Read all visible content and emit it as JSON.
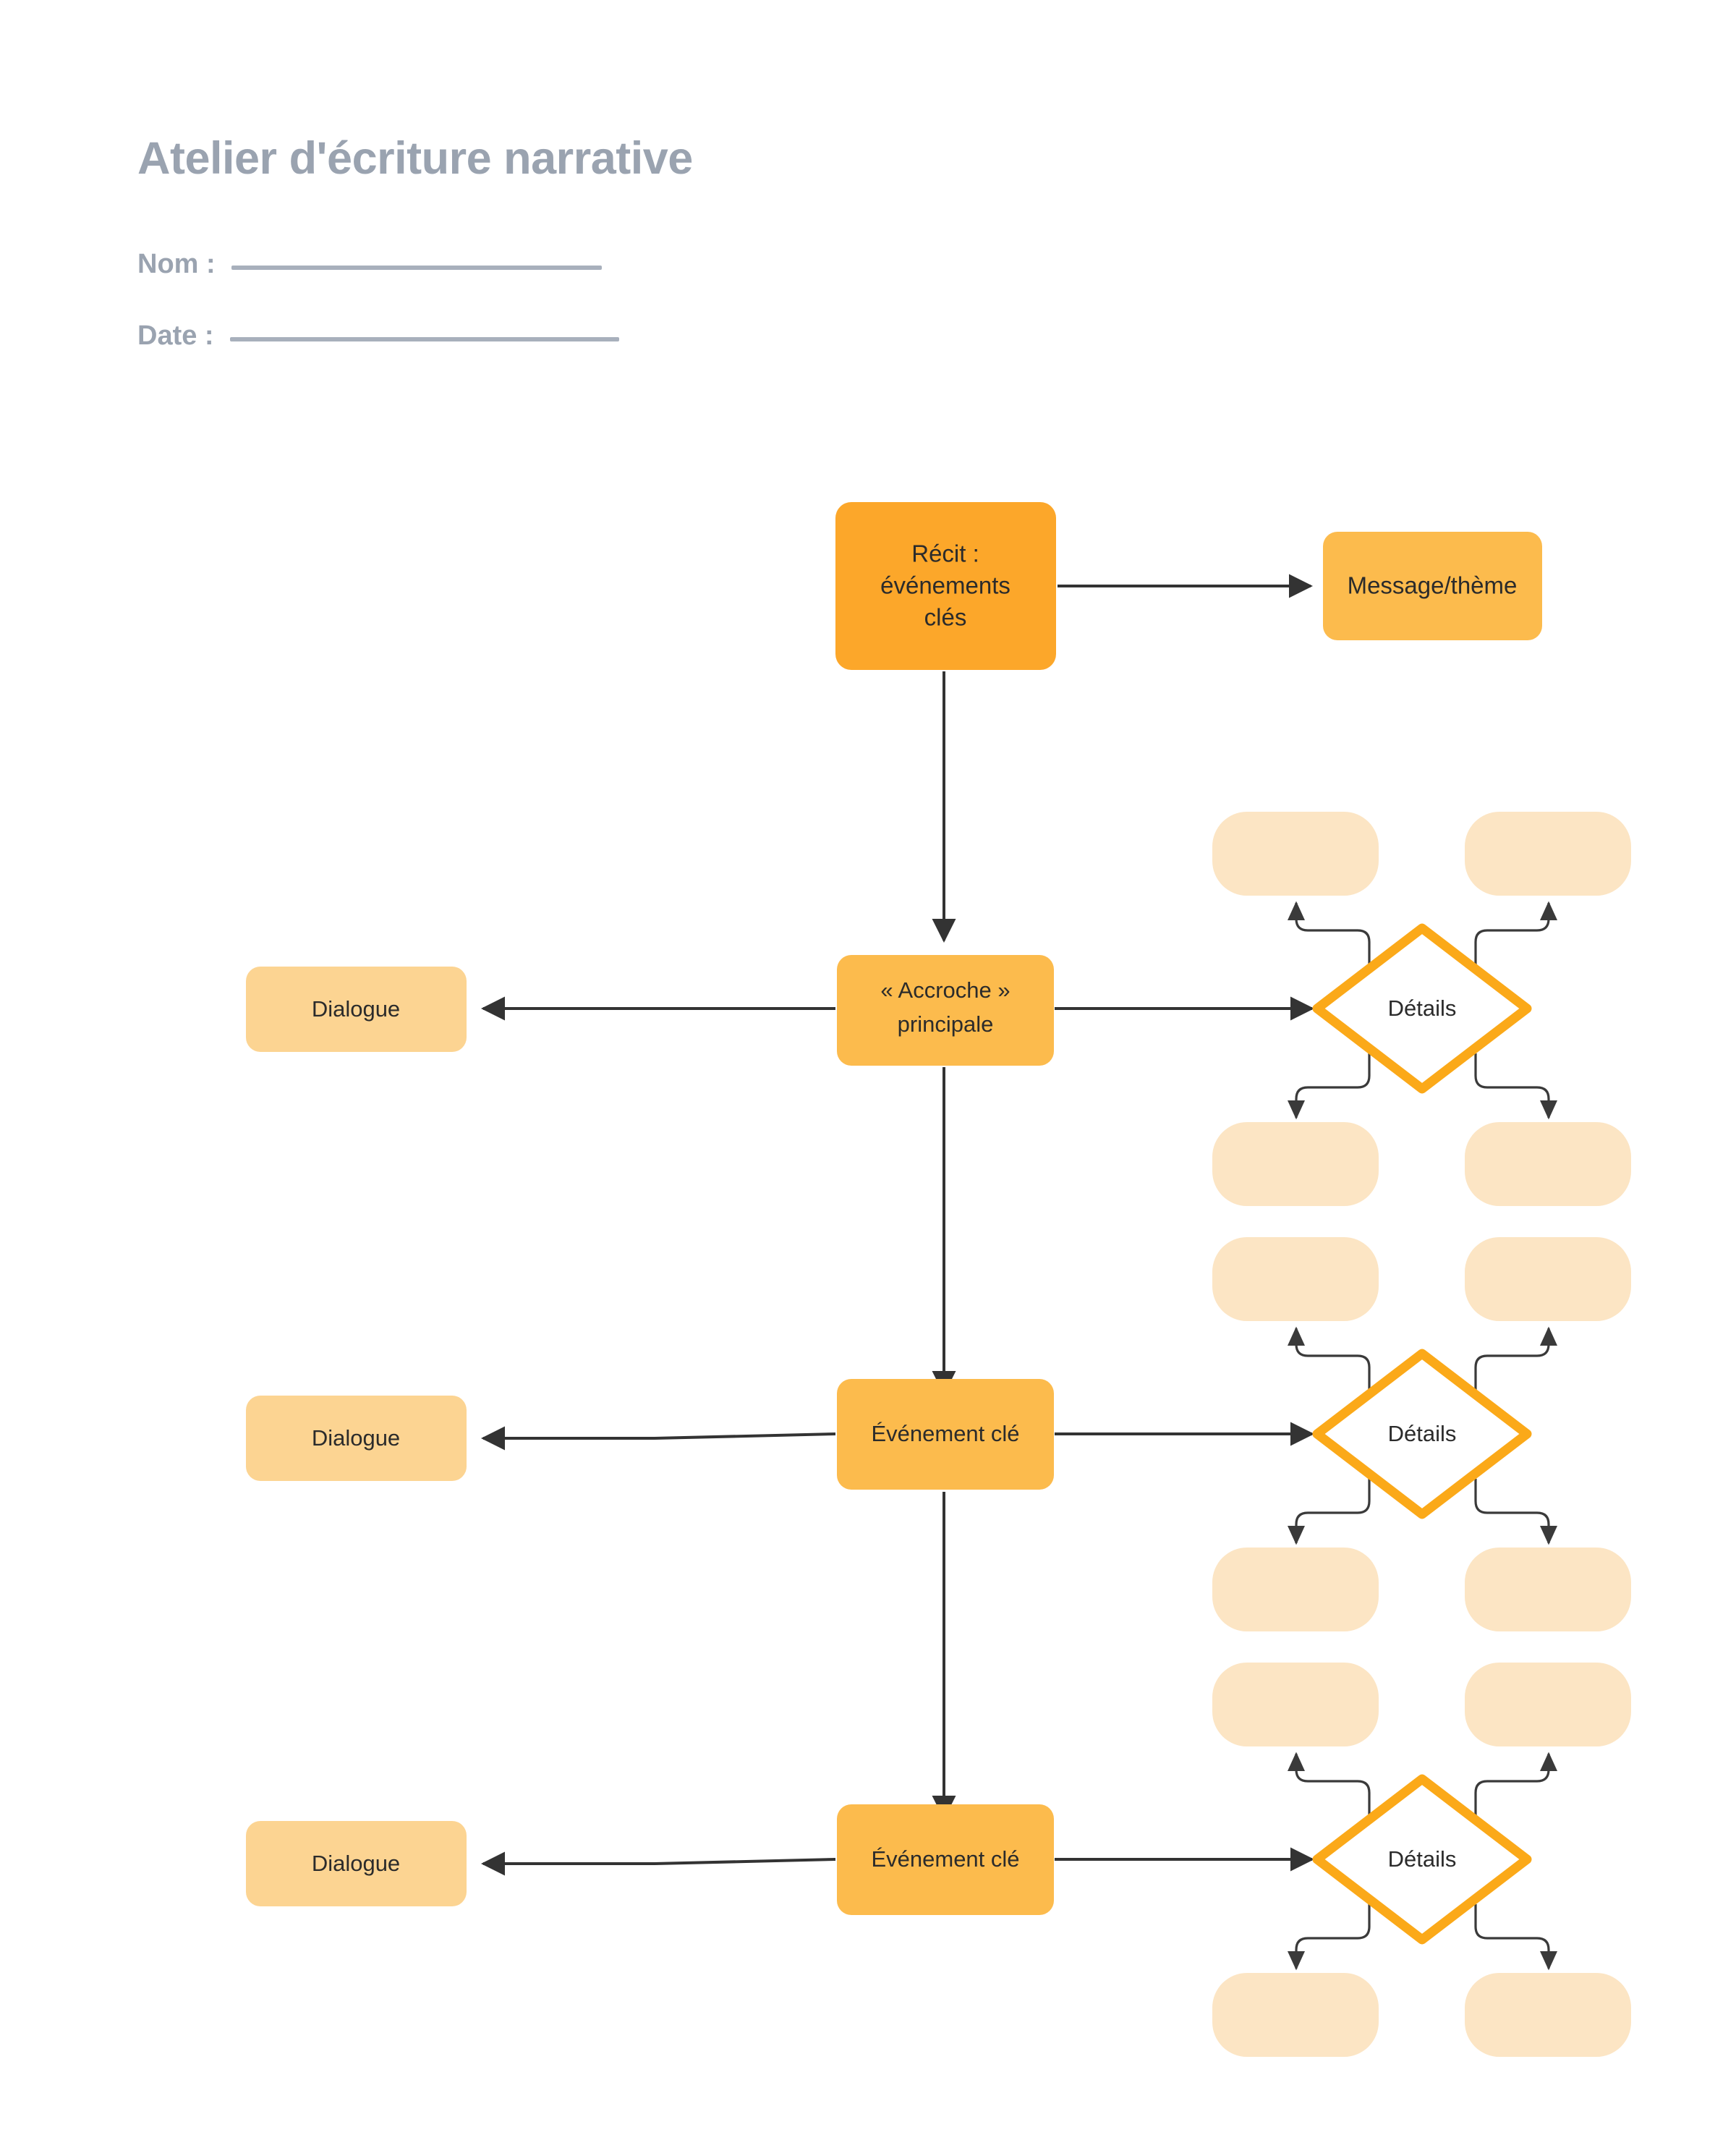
{
  "page": {
    "title": "Atelier d'écriture narrative",
    "background_color": "#ffffff",
    "title_color": "#9AA3B0"
  },
  "fields": [
    {
      "label": "Nom :",
      "value": "",
      "rule_color": "#A8B0BC"
    },
    {
      "label": "Date :",
      "value": "",
      "rule_color": "#A8B0BC"
    }
  ],
  "colors": {
    "node_primary": "#FCA72A",
    "node_secondary": "#FCBB4D",
    "node_tertiary": "#FCD492",
    "node_pill": "#FCE5C4",
    "diamond_stroke": "#FBA919",
    "diamond_fill": "#ffffff",
    "edge": "#333333",
    "text": "#2b2b2b"
  },
  "diagram": {
    "type": "flowchart",
    "nodes": [
      {
        "id": "recit",
        "label": "Récit : événements clés",
        "lines": [
          "Récit :",
          "événements",
          "clés"
        ],
        "shape": "rounded-rect",
        "fill": "node_primary"
      },
      {
        "id": "message",
        "label": "Message/thème",
        "lines": [
          "Message/thème"
        ],
        "shape": "rounded-rect",
        "fill": "node_secondary"
      },
      {
        "id": "accroche",
        "label": "« Accroche » principale",
        "lines": [
          "« Accroche »",
          "principale"
        ],
        "shape": "rounded-rect",
        "fill": "node_secondary"
      },
      {
        "id": "event1",
        "label": "Événement clé",
        "lines": [
          "Événement clé"
        ],
        "shape": "rounded-rect",
        "fill": "node_secondary"
      },
      {
        "id": "event2",
        "label": "Événement clé",
        "lines": [
          "Événement clé"
        ],
        "shape": "rounded-rect",
        "fill": "node_secondary"
      },
      {
        "id": "dialogue1",
        "label": "Dialogue",
        "lines": [
          "Dialogue"
        ],
        "shape": "rounded-rect",
        "fill": "node_tertiary"
      },
      {
        "id": "dialogue2",
        "label": "Dialogue",
        "lines": [
          "Dialogue"
        ],
        "shape": "rounded-rect",
        "fill": "node_tertiary"
      },
      {
        "id": "dialogue3",
        "label": "Dialogue",
        "lines": [
          "Dialogue"
        ],
        "shape": "rounded-rect",
        "fill": "node_tertiary"
      },
      {
        "id": "details1",
        "label": "Détails",
        "lines": [
          "Détails"
        ],
        "shape": "diamond",
        "fill": "diamond_fill"
      },
      {
        "id": "details2",
        "label": "Détails",
        "lines": [
          "Détails"
        ],
        "shape": "diamond",
        "fill": "diamond_fill"
      },
      {
        "id": "details3",
        "label": "Détails",
        "lines": [
          "Détails"
        ],
        "shape": "diamond",
        "fill": "diamond_fill"
      }
    ],
    "blank_pills": {
      "count": 12,
      "label": "",
      "fill": "node_pill",
      "note": "four empty pills around each Détails diamond"
    },
    "edges": [
      {
        "from": "recit",
        "to": "message",
        "style": "straight"
      },
      {
        "from": "recit",
        "to": "accroche",
        "style": "straight"
      },
      {
        "from": "accroche",
        "to": "dialogue1",
        "style": "straight"
      },
      {
        "from": "accroche",
        "to": "details1",
        "style": "straight"
      },
      {
        "from": "accroche",
        "to": "event1",
        "style": "straight"
      },
      {
        "from": "event1",
        "to": "dialogue2",
        "style": "straight"
      },
      {
        "from": "event1",
        "to": "details2",
        "style": "straight"
      },
      {
        "from": "event1",
        "to": "event2",
        "style": "straight"
      },
      {
        "from": "event2",
        "to": "dialogue3",
        "style": "straight"
      },
      {
        "from": "event2",
        "to": "details3",
        "style": "straight"
      },
      {
        "from": "details1",
        "to": "pill-1a",
        "style": "curved"
      },
      {
        "from": "details1",
        "to": "pill-1b",
        "style": "curved"
      },
      {
        "from": "details1",
        "to": "pill-1c",
        "style": "curved"
      },
      {
        "from": "details1",
        "to": "pill-1d",
        "style": "curved"
      },
      {
        "from": "details2",
        "to": "pill-2a",
        "style": "curved"
      },
      {
        "from": "details2",
        "to": "pill-2b",
        "style": "curved"
      },
      {
        "from": "details2",
        "to": "pill-2c",
        "style": "curved"
      },
      {
        "from": "details2",
        "to": "pill-2d",
        "style": "curved"
      },
      {
        "from": "details3",
        "to": "pill-3a",
        "style": "curved"
      },
      {
        "from": "details3",
        "to": "pill-3b",
        "style": "curved"
      },
      {
        "from": "details3",
        "to": "pill-3c",
        "style": "curved"
      },
      {
        "from": "details3",
        "to": "pill-3d",
        "style": "curved"
      }
    ]
  }
}
